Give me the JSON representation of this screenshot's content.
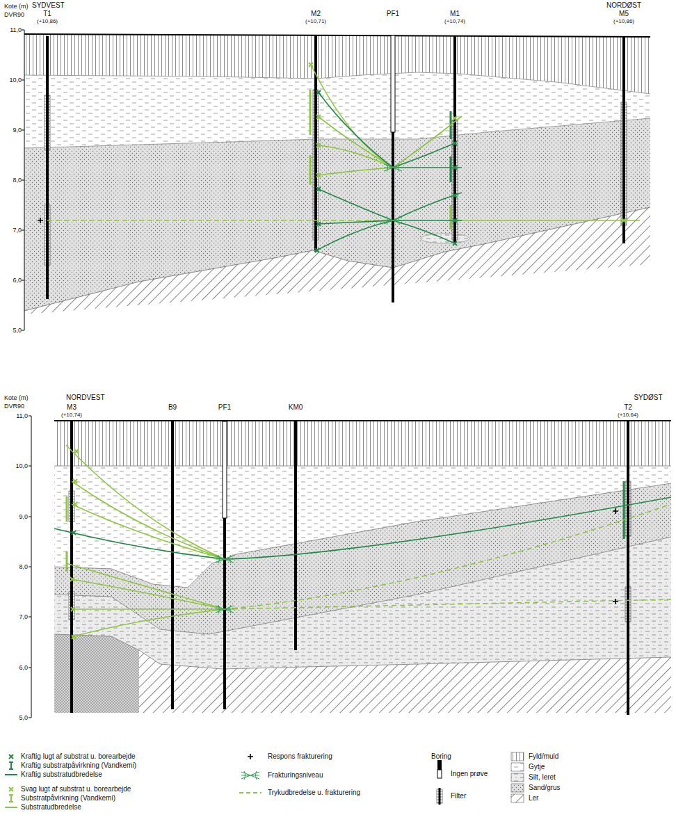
{
  "diagram": {
    "labels": [
      "Kote (m) DVR90",
      "SYDVEST",
      "T1",
      "(+10,86)",
      "M2",
      "(+10,71)",
      "PF1",
      "M1",
      "(+10,74)",
      "NORDØST",
      "M5",
      "(+10,86)",
      "11,0",
      "10,0",
      "9,0",
      "8,0",
      "7,0",
      "6,0",
      "5,0",
      "Kote (m) DVR90",
      "NORDVEST",
      "M3",
      "(+10,74)",
      "B9",
      "PF1",
      "KM0",
      "SYDØST",
      "T2",
      "(+10,64)",
      "11,0",
      "10,0",
      "9,0",
      "8,0",
      "7,0",
      "6,0",
      "5,0",
      "Boring"
    ],
    "legend": [
      {
        "text": "Kraftig lugt af substrat u. borearbejde"
      },
      {
        "text": "Kraftig substratpåvirkning (Vandkemi)"
      },
      {
        "text": "Kraftig substratudbredelse"
      },
      {
        "text": "Svag lugt af substrat u. borearbejde"
      },
      {
        "text": "Substratpåvirkning (Vandkemi)"
      },
      {
        "text": "Substratudbredelse"
      },
      {
        "text": "Respons frakturering"
      },
      {
        "text": "Frakturingsniveau"
      },
      {
        "text": "Trykudbredelse u. frakturering"
      },
      {
        "text": "Ingen prøve"
      },
      {
        "text": "Filter"
      },
      {
        "text": "Fyld/muld"
      },
      {
        "text": "Gytje"
      },
      {
        "text": "Silt, leret"
      },
      {
        "text": "Sand/grus"
      },
      {
        "text": "Ler"
      }
    ]
  }
}
